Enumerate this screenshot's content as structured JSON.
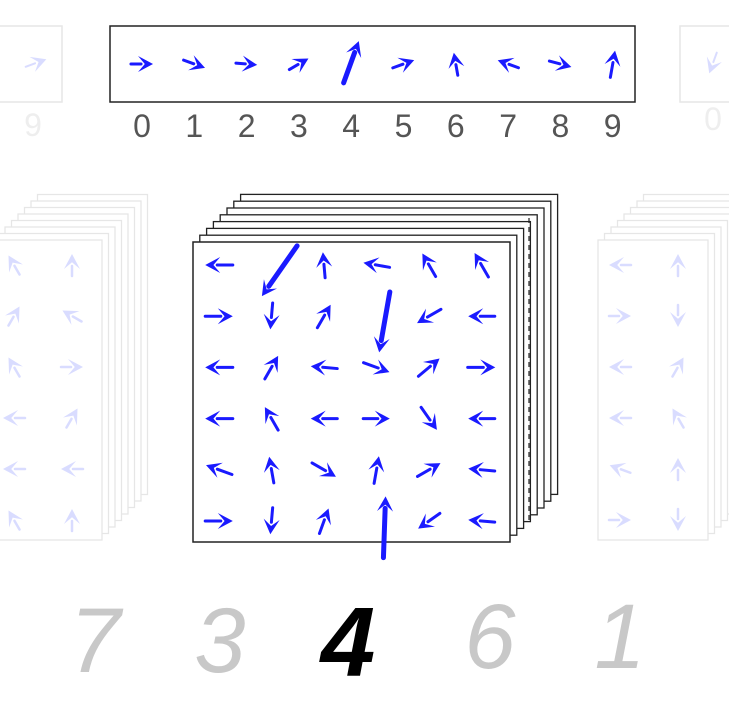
{
  "class_labels": [
    "0",
    "1",
    "2",
    "3",
    "4",
    "5",
    "6",
    "7",
    "8",
    "9"
  ],
  "faded_side_labels": {
    "left": "9",
    "right": "0"
  },
  "digit_strip": [
    "7",
    "3",
    "4",
    "6",
    "1"
  ],
  "active_digit_index": 2,
  "colors": {
    "arrow": "#1a1aff",
    "arrow_faded": "#d9dcff",
    "frame": "#222222",
    "frame_faded": "#e6e6e6",
    "label": "#555555",
    "label_faded": "#eeeeee",
    "digit_active": "#000000",
    "digit_faded": "#c8c8c8"
  },
  "icons": {
    "vector": "arrow-icon"
  },
  "class_vectors": [
    {
      "angle": 0,
      "length": 0.28
    },
    {
      "angle": 20,
      "length": 0.3
    },
    {
      "angle": 5,
      "length": 0.26
    },
    {
      "angle": -30,
      "length": 0.28
    },
    {
      "angle": -70,
      "length": 0.9
    },
    {
      "angle": -20,
      "length": 0.3
    },
    {
      "angle": -100,
      "length": 0.3
    },
    {
      "angle": 200,
      "length": 0.28
    },
    {
      "angle": 15,
      "length": 0.3
    },
    {
      "angle": -80,
      "length": 0.42
    }
  ],
  "primary_capsule_grid": [
    [
      {
        "angle": 180,
        "length": 0.3
      },
      {
        "angle": 125,
        "length": 0.95
      },
      {
        "angle": -95,
        "length": 0.26
      },
      {
        "angle": 190,
        "length": 0.28
      },
      {
        "angle": -120,
        "length": 0.28
      },
      {
        "angle": -120,
        "length": 0.3
      }
    ],
    [
      {
        "angle": 0,
        "length": 0.3
      },
      {
        "angle": 95,
        "length": 0.28
      },
      {
        "angle": -60,
        "length": 0.28
      },
      {
        "angle": 100,
        "length": 0.95
      },
      {
        "angle": 150,
        "length": 0.3
      },
      {
        "angle": 180,
        "length": 0.28
      }
    ],
    [
      {
        "angle": 180,
        "length": 0.3
      },
      {
        "angle": -60,
        "length": 0.28
      },
      {
        "angle": 185,
        "length": 0.28
      },
      {
        "angle": 20,
        "length": 0.3
      },
      {
        "angle": -40,
        "length": 0.3
      },
      {
        "angle": 0,
        "length": 0.3
      }
    ],
    [
      {
        "angle": 180,
        "length": 0.3
      },
      {
        "angle": -120,
        "length": 0.28
      },
      {
        "angle": 180,
        "length": 0.28
      },
      {
        "angle": 0,
        "length": 0.28
      },
      {
        "angle": 55,
        "length": 0.3
      },
      {
        "angle": 180,
        "length": 0.28
      }
    ],
    [
      {
        "angle": 200,
        "length": 0.3
      },
      {
        "angle": -100,
        "length": 0.28
      },
      {
        "angle": 30,
        "length": 0.3
      },
      {
        "angle": -80,
        "length": 0.3
      },
      {
        "angle": -30,
        "length": 0.28
      },
      {
        "angle": 185,
        "length": 0.28
      }
    ],
    [
      {
        "angle": 0,
        "length": 0.3
      },
      {
        "angle": 95,
        "length": 0.28
      },
      {
        "angle": -70,
        "length": 0.28
      },
      {
        "angle": -88,
        "length": 0.95
      },
      {
        "angle": 145,
        "length": 0.28
      },
      {
        "angle": 185,
        "length": 0.28
      }
    ]
  ],
  "faded_left_grid": [
    [
      {
        "angle": -120,
        "length": 0.28
      },
      {
        "angle": -90,
        "length": 0.28
      }
    ],
    [
      {
        "angle": -60,
        "length": 0.28
      },
      {
        "angle": -150,
        "length": 0.28
      }
    ],
    [
      {
        "angle": -120,
        "length": 0.28
      },
      {
        "angle": 0,
        "length": 0.28
      }
    ],
    [
      {
        "angle": 180,
        "length": 0.28
      },
      {
        "angle": -60,
        "length": 0.28
      }
    ],
    [
      {
        "angle": 180,
        "length": 0.28
      },
      {
        "angle": 180,
        "length": 0.28
      }
    ],
    [
      {
        "angle": -120,
        "length": 0.28
      },
      {
        "angle": -90,
        "length": 0.28
      }
    ]
  ],
  "faded_right_grid": [
    [
      {
        "angle": 180,
        "length": 0.28
      },
      {
        "angle": -90,
        "length": 0.28
      }
    ],
    [
      {
        "angle": 0,
        "length": 0.28
      },
      {
        "angle": 90,
        "length": 0.28
      }
    ],
    [
      {
        "angle": 180,
        "length": 0.28
      },
      {
        "angle": -60,
        "length": 0.28
      }
    ],
    [
      {
        "angle": 180,
        "length": 0.28
      },
      {
        "angle": -120,
        "length": 0.28
      }
    ],
    [
      {
        "angle": 200,
        "length": 0.28
      },
      {
        "angle": -90,
        "length": 0.28
      }
    ],
    [
      {
        "angle": 0,
        "length": 0.28
      },
      {
        "angle": 90,
        "length": 0.28
      }
    ]
  ]
}
